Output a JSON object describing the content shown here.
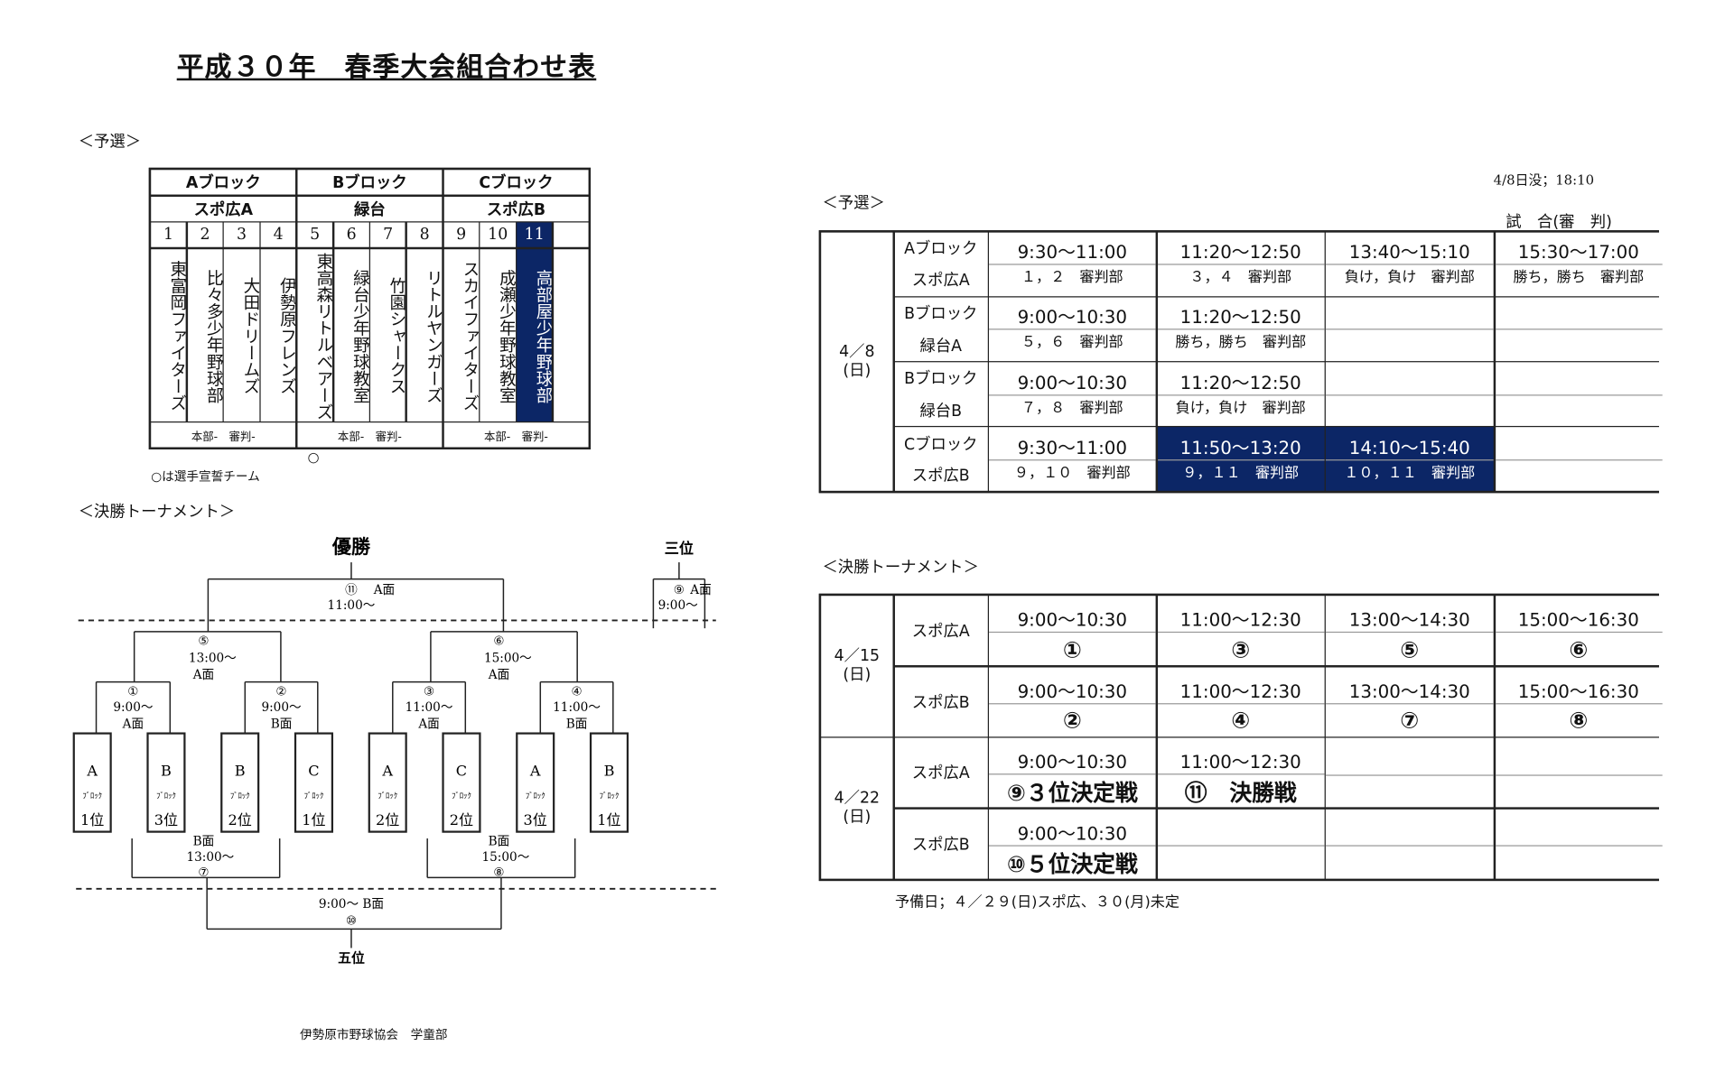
{
  "title": "平成３０年　春季大会組合わせ表",
  "prelim_left": {
    "label": "＜予選＞",
    "blocks": [
      {
        "name": "Aブロック",
        "venue": "スポ広A",
        "footer": "本部-　審判-"
      },
      {
        "name": "Bブロック",
        "venue": "緑台",
        "footer": "本部-　審判-"
      },
      {
        "name": "Cブロック",
        "venue": "スポ広B",
        "footer": "本部-　審判-"
      }
    ],
    "teams": [
      {
        "no": "1",
        "name": "東富岡ファイターズ"
      },
      {
        "no": "2",
        "name": "比々多少年野球部"
      },
      {
        "no": "3",
        "name": "大田ドリームズ"
      },
      {
        "no": "4",
        "name": "伊勢原フレンズ"
      },
      {
        "no": "5",
        "name": "東高森リトルベアーズ",
        "oath": true
      },
      {
        "no": "6",
        "name": "緑台少年野球教室"
      },
      {
        "no": "7",
        "name": "竹園シャークス"
      },
      {
        "no": "8",
        "name": "リトルヤンガーズ"
      },
      {
        "no": "9",
        "name": "スカイファイターズ"
      },
      {
        "no": "10",
        "name": "成瀬少年野球教室"
      },
      {
        "no": "11",
        "name": "高部屋少年野球部",
        "highlight": true
      },
      {
        "no": "",
        "name": ""
      }
    ],
    "oath_mark": "○",
    "oath_note": "○は選手宣誓チーム"
  },
  "bracket": {
    "label": "＜決勝トーナメント＞",
    "champion": "優勝",
    "third": "三位",
    "fifth": "五位",
    "m11": {
      "no": "⑪",
      "court": "A面",
      "time": "11:00～"
    },
    "m9": {
      "no": "⑨",
      "court": "A面",
      "time": "9:00～"
    },
    "m5": {
      "no": "⑤",
      "time": "13:00～",
      "court": "A面"
    },
    "m6": {
      "no": "⑥",
      "time": "15:00～",
      "court": "A面"
    },
    "m1": {
      "no": "①",
      "time": "9:00～",
      "court": "A面"
    },
    "m2": {
      "no": "②",
      "time": "9:00～",
      "court": "B面"
    },
    "m3": {
      "no": "③",
      "time": "11:00～",
      "court": "A面"
    },
    "m4": {
      "no": "④",
      "time": "11:00～",
      "court": "B面"
    },
    "m7": {
      "no": "⑦",
      "time": "13:00～",
      "court": "B面"
    },
    "m8": {
      "no": "⑧",
      "time": "15:00～",
      "court": "B面"
    },
    "m10": {
      "no": "⑩",
      "time": "9:00～ B面"
    },
    "seeds": [
      {
        "block": "A",
        "sub": "ﾌﾞﾛｯｸ",
        "rank": "1位"
      },
      {
        "block": "B",
        "sub": "ﾌﾞﾛｯｸ",
        "rank": "3位"
      },
      {
        "block": "B",
        "sub": "ﾌﾞﾛｯｸ",
        "rank": "2位"
      },
      {
        "block": "C",
        "sub": "ﾌﾞﾛｯｸ",
        "rank": "1位"
      },
      {
        "block": "A",
        "sub": "ﾌﾞﾛｯｸ",
        "rank": "2位"
      },
      {
        "block": "C",
        "sub": "ﾌﾞﾛｯｸ",
        "rank": "2位"
      },
      {
        "block": "A",
        "sub": "ﾌﾞﾛｯｸ",
        "rank": "3位"
      },
      {
        "block": "B",
        "sub": "ﾌﾞﾛｯｸ",
        "rank": "1位"
      }
    ]
  },
  "footer": "伊勢原市野球協会　学童部",
  "prelim_schedule": {
    "label": "＜予選＞",
    "sunset": "4/8日没；18:10",
    "legend": "試　合(審　判)",
    "date": "4／8",
    "day": "(日)",
    "rows": [
      {
        "block": "Aブロック",
        "venue": "スポ広A",
        "slots": [
          {
            "time": "9:30～11:00",
            "match": "１，２　審判部"
          },
          {
            "time": "11:20～12:50",
            "match": "３，４　審判部"
          },
          {
            "time": "13:40～15:10",
            "match": "負け，負け　審判部"
          },
          {
            "time": "15:30～17:00",
            "match": "勝ち，勝ち　審判部"
          }
        ]
      },
      {
        "block": "Bブロック",
        "venue": "緑台A",
        "slots": [
          {
            "time": "9:00～10:30",
            "match": "５，６　審判部"
          },
          {
            "time": "11:20～12:50",
            "match": "勝ち，勝ち　審判部"
          },
          {
            "time": "",
            "match": ""
          },
          {
            "time": "",
            "match": ""
          }
        ]
      },
      {
        "block": "Bブロック",
        "venue": "緑台B",
        "slots": [
          {
            "time": "9:00～10:30",
            "match": "７，８　審判部"
          },
          {
            "time": "11:20～12:50",
            "match": "負け，負け　審判部"
          },
          {
            "time": "",
            "match": ""
          },
          {
            "time": "",
            "match": ""
          }
        ]
      },
      {
        "block": "Cブロック",
        "venue": "スポ広B",
        "slots": [
          {
            "time": "9:30～11:00",
            "match": "９，１０　審判部"
          },
          {
            "time": "11:50～13:20",
            "match": "９，１１　審判部",
            "highlight": true
          },
          {
            "time": "14:10～15:40",
            "match": "１０，１１　審判部",
            "highlight": true
          },
          {
            "time": "",
            "match": ""
          }
        ]
      }
    ]
  },
  "final_schedule": {
    "label": "＜決勝トーナメント＞",
    "days": [
      {
        "date": "4／15",
        "day": "(日)",
        "venues": [
          {
            "name": "スポ広A",
            "slots": [
              {
                "time": "9:00～10:30",
                "match": "①"
              },
              {
                "time": "11:00～12:30",
                "match": "③"
              },
              {
                "time": "13:00～14:30",
                "match": "⑤"
              },
              {
                "time": "15:00～16:30",
                "match": "⑥"
              }
            ]
          },
          {
            "name": "スポ広B",
            "slots": [
              {
                "time": "9:00～10:30",
                "match": "②"
              },
              {
                "time": "11:00～12:30",
                "match": "④"
              },
              {
                "time": "13:00～14:30",
                "match": "⑦"
              },
              {
                "time": "15:00～16:30",
                "match": "⑧"
              }
            ]
          }
        ]
      },
      {
        "date": "4／22",
        "day": "(日)",
        "venues": [
          {
            "name": "スポ広A",
            "slots": [
              {
                "time": "9:00～10:30",
                "match": "⑨３位決定戦"
              },
              {
                "time": "11:00～12:30",
                "match": "⑪　決勝戦"
              },
              {
                "time": "",
                "match": ""
              },
              {
                "time": "",
                "match": ""
              }
            ]
          },
          {
            "name": "スポ広B",
            "slots": [
              {
                "time": "9:00～10:30",
                "match": "⑩５位決定戦"
              },
              {
                "time": "",
                "match": ""
              },
              {
                "time": "",
                "match": ""
              },
              {
                "time": "",
                "match": ""
              }
            ]
          }
        ]
      }
    ],
    "reserve_note": "予備日；４／２９(日)スポ広、３０(月)未定"
  },
  "colors": {
    "highlight": "#0c2666",
    "line": "#222222"
  }
}
